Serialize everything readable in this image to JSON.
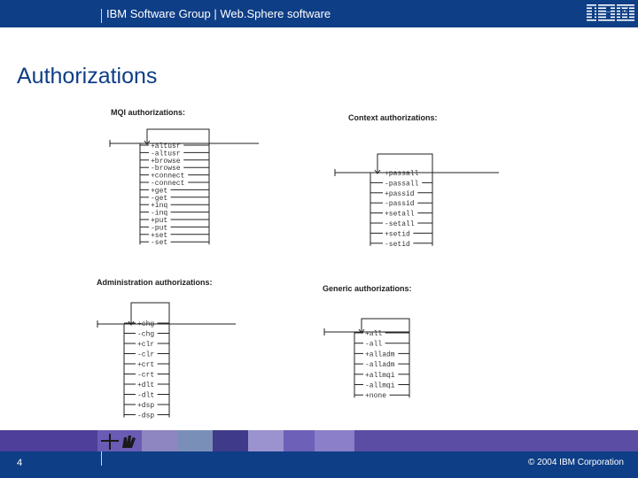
{
  "header": {
    "title": "IBM Software Group | Web.Sphere software",
    "logo": "IBM"
  },
  "page_title": "Authorizations",
  "sections": {
    "mqi": {
      "title": "MQI authorizations:",
      "items": [
        "+altusr",
        "-altusr",
        "+browse",
        "-browse",
        "+connect",
        "-connect",
        "+get",
        "-get",
        "+inq",
        "-inq",
        "+put",
        "-put",
        "+set",
        "-set"
      ]
    },
    "context": {
      "title": "Context authorizations:",
      "items": [
        "+passall",
        "-passall",
        "+passid",
        "-passid",
        "+setall",
        "-setall",
        "+setid",
        "-setid"
      ]
    },
    "admin": {
      "title": "Administration authorizations:",
      "items": [
        "+chg",
        "-chg",
        "+clr",
        "-clr",
        "+crt",
        "-crt",
        "+dlt",
        "-dlt",
        "+dsp",
        "-dsp"
      ]
    },
    "generic": {
      "title": "Generic authorizations:",
      "items": [
        "+all",
        "-all",
        "+alladm",
        "-alladm",
        "+allmqi",
        "-allmqi",
        "+none"
      ]
    }
  },
  "footer": {
    "page_number": "4",
    "copyright": "© 2004 IBM Corporation"
  },
  "colors": {
    "brand_blue": "#0e3e86",
    "band_purple": "#5a4da3",
    "diagram_line": "#222222"
  }
}
